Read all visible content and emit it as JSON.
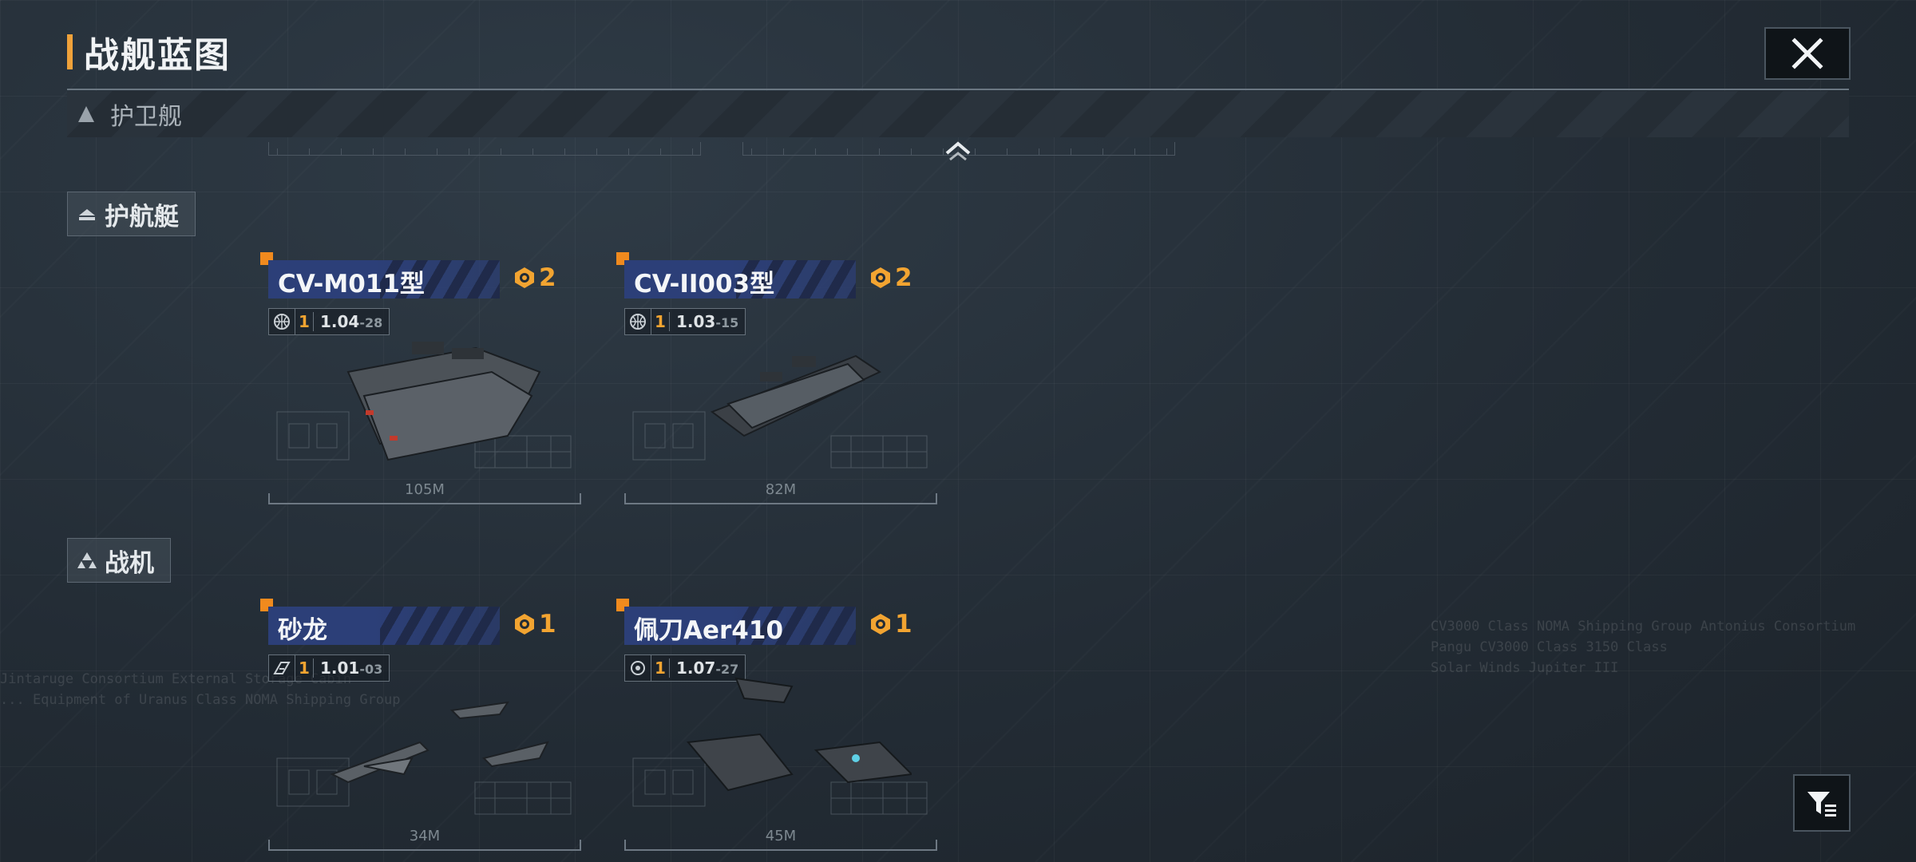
{
  "page": {
    "title": "战舰蓝图"
  },
  "ship_class": {
    "label": "护卫舰"
  },
  "categories": [
    {
      "label": "护航艇",
      "ships": [
        {
          "name": "CV-M011型",
          "cost": "2",
          "level": "1",
          "version_main": "1.04",
          "version_sub": "-28",
          "length": "105M"
        },
        {
          "name": "CV-II003型",
          "cost": "2",
          "level": "1",
          "version_main": "1.03",
          "version_sub": "-15",
          "length": "82M"
        }
      ]
    },
    {
      "label": "战机",
      "ships": [
        {
          "name": "砂龙",
          "cost": "1",
          "level": "1",
          "version_main": "1.01",
          "version_sub": "-03",
          "length": "34M"
        },
        {
          "name": "佩刀Aer410",
          "cost": "1",
          "level": "1",
          "version_main": "1.07",
          "version_sub": "-27",
          "length": "45M"
        }
      ]
    }
  ],
  "background_text": {
    "left": [
      "Jintaruge Consortium External Storage Cabin",
      "... Equipment of Uranus Class NOMA Shipping Group"
    ],
    "right": [
      "CV3000 Class NOMA Shipping Group Antonius Consortium",
      "Pangu CV3000 Class 3150 Class",
      "Solar Winds Jupiter III"
    ]
  },
  "icons": {
    "close": "close-icon",
    "filter": "filter-icon",
    "collapse": "chevron-up-icon",
    "cost": "cost-emblem-icon"
  },
  "colors": {
    "accent": "#f0a23a",
    "cost": "#f2a431",
    "name_bar": "#2c3f78",
    "marker": "#f08a1e"
  }
}
